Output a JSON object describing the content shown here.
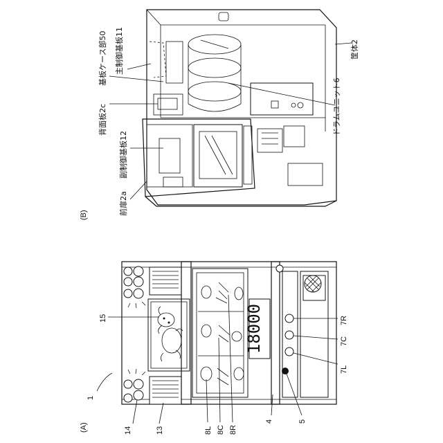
{
  "panel_a": {
    "label": "(A)",
    "refs": {
      "r1": "1",
      "r14": "14",
      "r13": "13",
      "r8L": "8L",
      "r8C": "8C",
      "r8R": "8R",
      "r4": "4",
      "r5": "5",
      "r15": "15",
      "r7L": "7L",
      "r7C": "7C",
      "r7R": "7R"
    },
    "display_digits": "18000"
  },
  "panel_b": {
    "label": "(B)",
    "refs": {
      "front_door": "前扉2a",
      "sub_board": "副制御基板12",
      "back_plate": "背面板2c",
      "board_case": "基板ケース部50",
      "main_board": "主制御基板11",
      "drum_unit": "ドラムユニット6",
      "housing": "筐体2"
    }
  }
}
